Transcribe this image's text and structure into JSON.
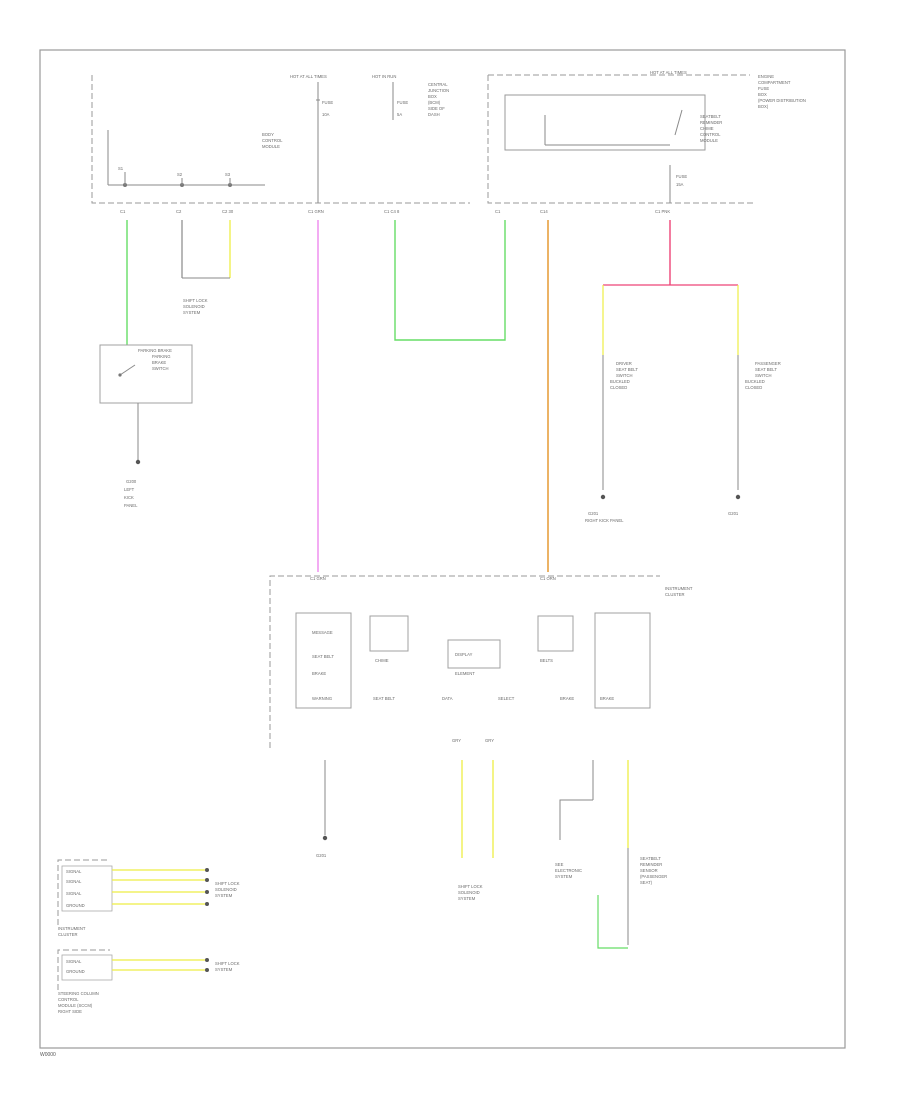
{
  "diagram": {
    "footer_code": "W0000",
    "fuse_block_labels": [
      "HOT AT ALL TIMES",
      "HOT IN RUN"
    ],
    "module_labels": [
      "BODY CONTROL MODULE",
      "INSTRUMENT CLUSTER",
      "STEERING COLUMN CONTROL MODULE"
    ],
    "switch_labels": [
      "PARKING BRAKE SWITCH",
      "DRIVER SEAT BELT SWITCH",
      "PASSENGER SEAT BELT SWITCH"
    ],
    "ground_labels": [
      "G200",
      "G201"
    ],
    "wire_colors": {
      "green": "#66dd66",
      "pink": "#ee88ee",
      "orange": "#e8a040",
      "red": "#ee4477",
      "yellow": "#eeee44",
      "dark_green": "#226622"
    }
  }
}
